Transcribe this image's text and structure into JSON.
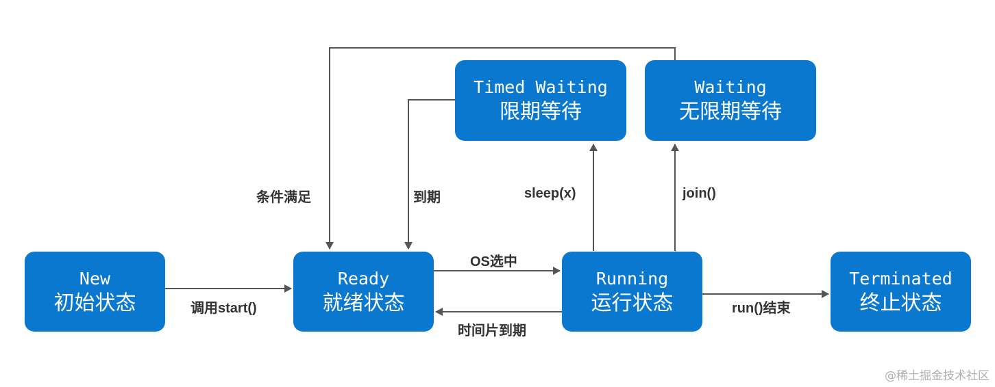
{
  "nodes": {
    "new": {
      "en": "New",
      "cn": "初始状态"
    },
    "ready": {
      "en": "Ready",
      "cn": "就绪状态"
    },
    "running": {
      "en": "Running",
      "cn": "运行状态"
    },
    "terminated": {
      "en": "Terminated",
      "cn": "终止状态"
    },
    "timed_waiting": {
      "en": "Timed Waiting",
      "cn": "限期等待"
    },
    "waiting": {
      "en": "Waiting",
      "cn": "无限期等待"
    }
  },
  "transitions": {
    "start": "调用start()",
    "os_select": "OS选中",
    "time_slice": "时间片到期",
    "run_end": "run()结束",
    "sleep": "sleep(x)",
    "join": "join()",
    "condition_met": "条件满足",
    "expire": "到期"
  },
  "watermark": "@稀土掘金技术社区",
  "colors": {
    "node_fill": "#0b78d0",
    "node_text": "#ffffff",
    "line": "#555555",
    "label_text": "#333333"
  }
}
